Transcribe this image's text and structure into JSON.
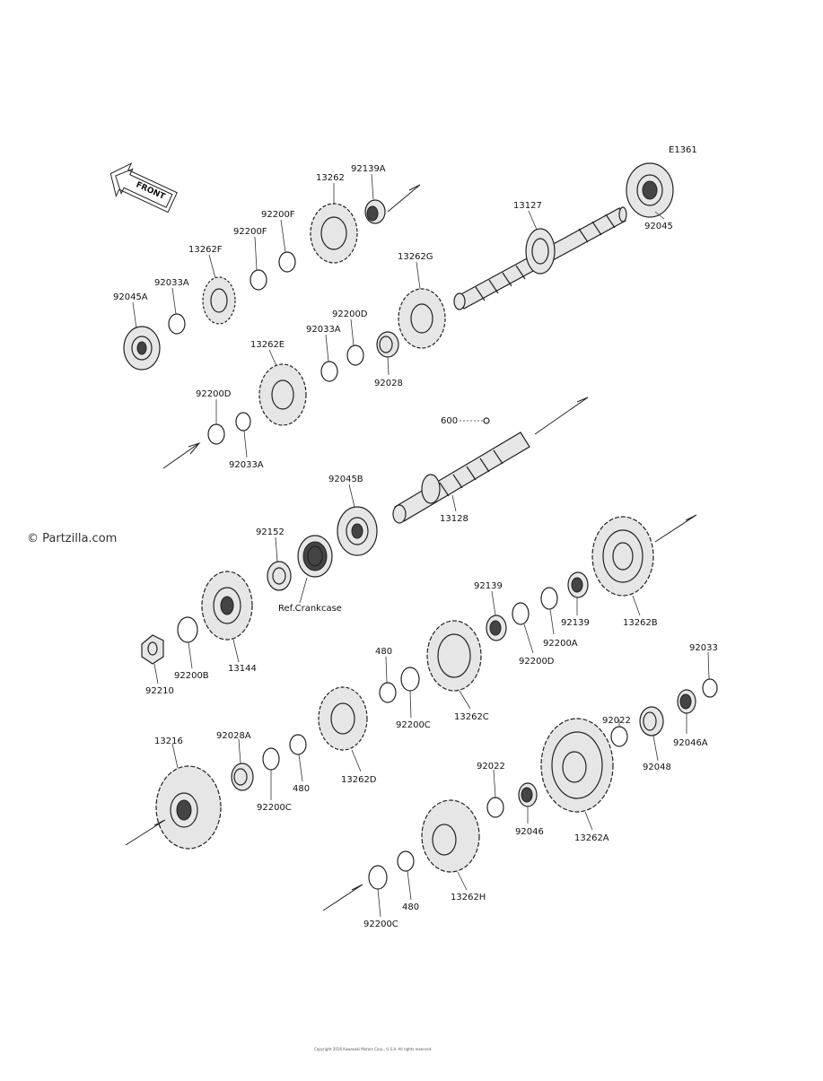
{
  "diagram_code": "E1361",
  "watermark": "© Partzilla.com",
  "front_label": "FRONT",
  "reference_label": "Ref.Crankcase",
  "copyright": "Copyright 2016 Kawasaki Motors Corp., U.S.A. All rights reserved.",
  "labels": {
    "p13262_top": "13262",
    "p92139A": "92139A",
    "p13127": "13127",
    "p92045": "92045",
    "p92200F_a": "92200F",
    "p92200F_b": "92200F",
    "p13262F_top": "13262F",
    "p92033A_a": "92033A",
    "p92045A": "92045A",
    "p13262G": "13262G",
    "p92200D_a": "92200D",
    "p92033A_b": "92033A",
    "p13262E": "13262E",
    "p92028": "92028",
    "p92200D_b": "92200D",
    "p92033A_c": "92033A",
    "p600": "600",
    "p13128": "13128",
    "p92045B": "92045B",
    "p92152": "92152",
    "p13262B": "13262B",
    "p92139_a": "92139",
    "p92200A": "92200A",
    "p92139_b": "92139",
    "p92200D_c": "92200D",
    "p13144": "13144",
    "p92200B": "92200B",
    "p92210": "92210",
    "p480_a": "480",
    "p92200C_a": "92200C",
    "p13262C": "13262C",
    "p92033": "92033",
    "p92022_a": "92022",
    "p92046A": "92046A",
    "p92048": "92048",
    "p13216": "13216",
    "p92028A": "92028A",
    "p92200C_b": "92200C",
    "p480_b": "480",
    "p13262D": "13262D",
    "p92022_b": "92022",
    "p92046": "92046",
    "p13262A": "13262A",
    "p480_c": "480",
    "p13262H": "13262H",
    "p92200C_c": "92200C"
  }
}
